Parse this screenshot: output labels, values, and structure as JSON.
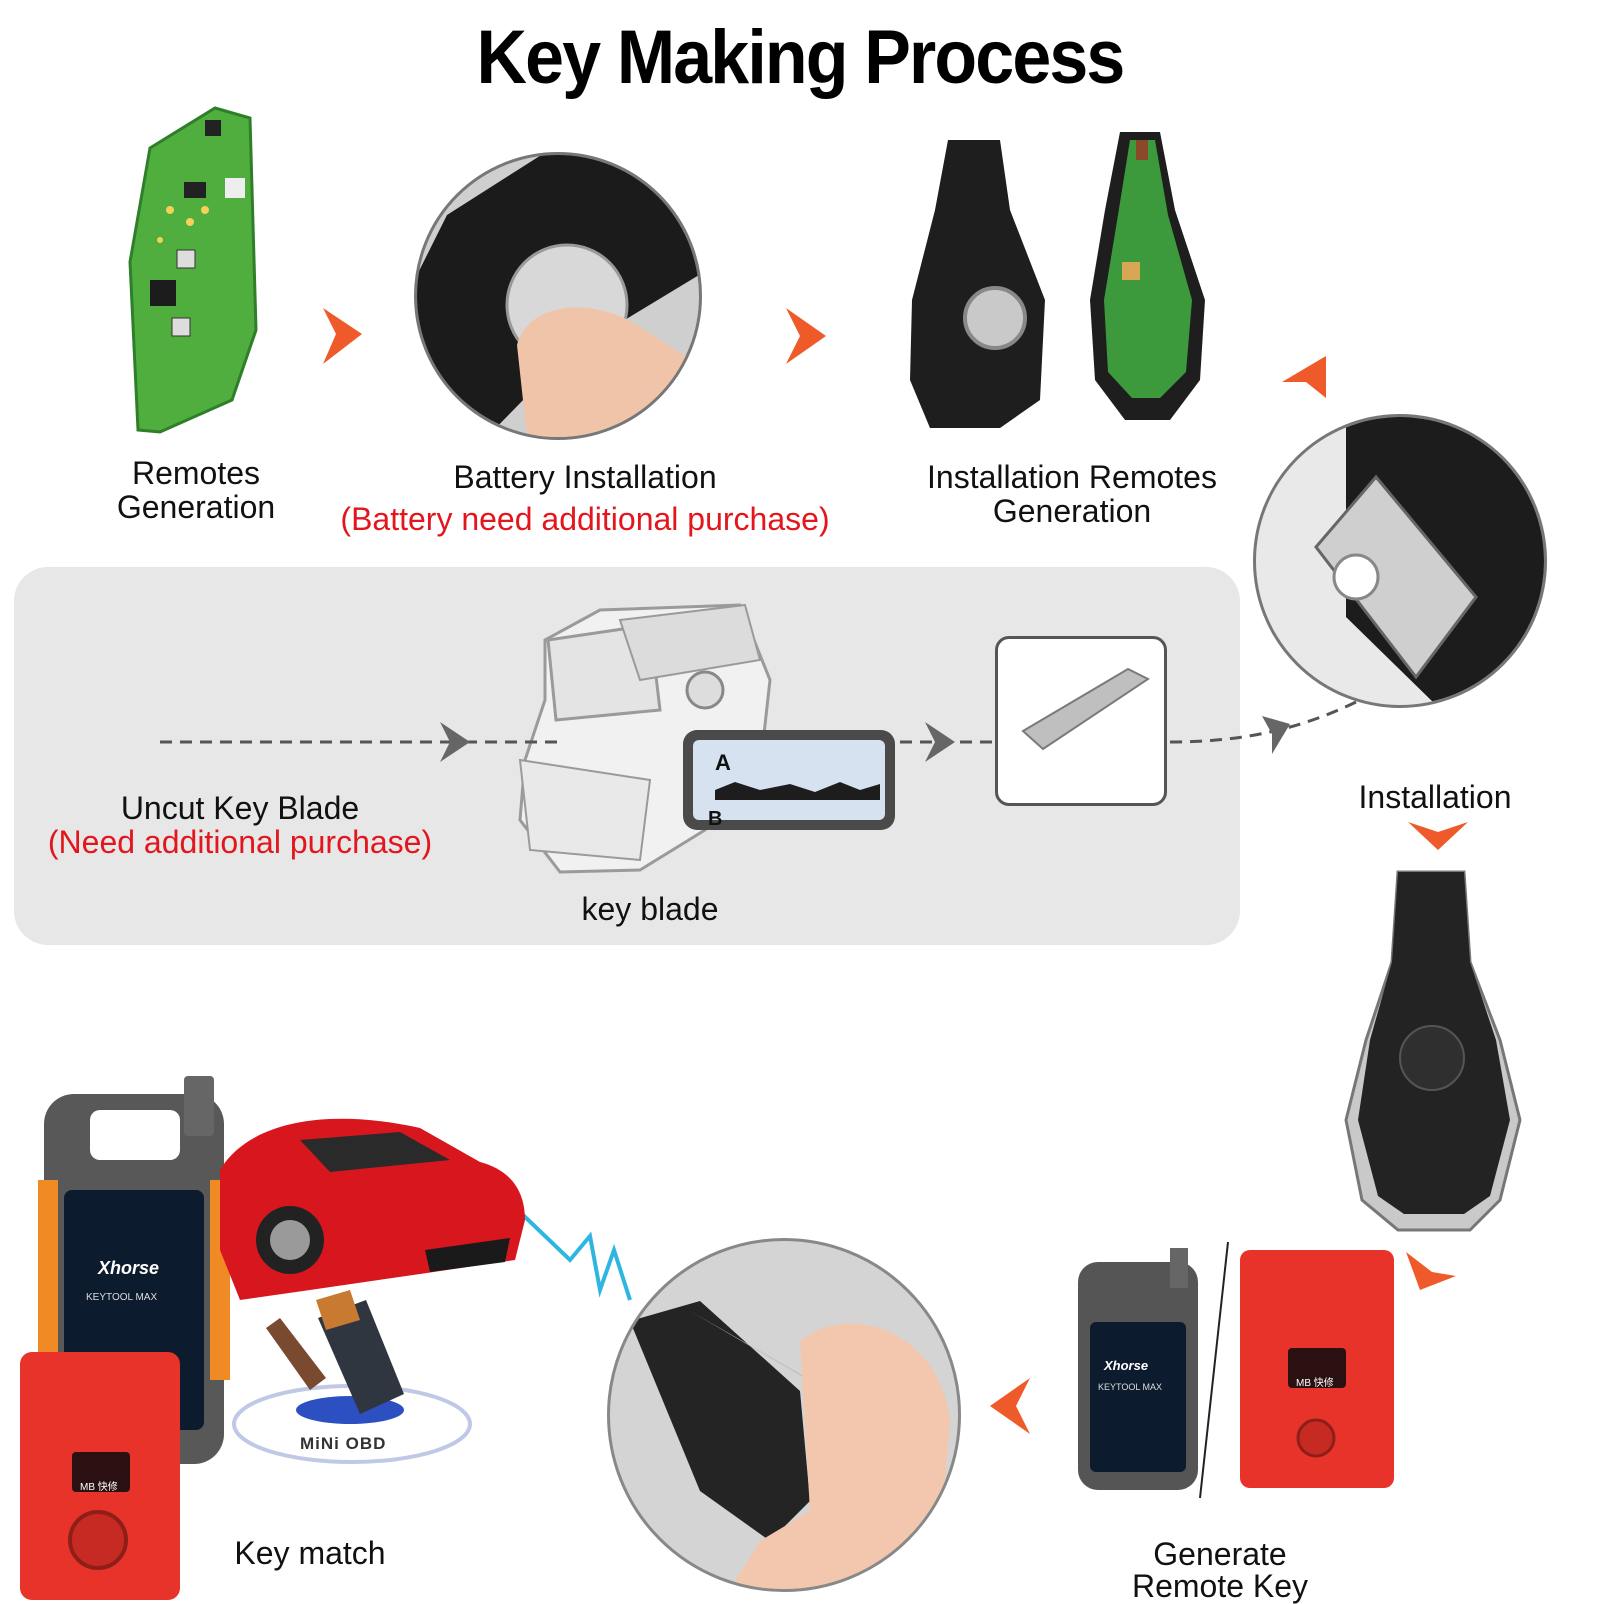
{
  "title": "Key Making Process",
  "steps": {
    "remotes_generation": [
      "Remotes",
      "Generation"
    ],
    "battery_installation": "Battery Installation",
    "battery_note": "(Battery need additional purchase)",
    "installation_remotes_generation": [
      "Installation Remotes",
      "Generation"
    ],
    "uncut_key_blade": "Uncut Key  Blade",
    "uncut_note": "(Need additional purchase)",
    "key_blade": "key blade",
    "installation": "Installation",
    "generate_remote_key": [
      "Generate",
      "Remote Key"
    ],
    "key_match": "Key match"
  },
  "device_text": {
    "brand": "Xhorse",
    "model": "KEYTOOL MAX",
    "obd": "MiNi OBD",
    "mb": "MB 快修",
    "cutter_a": "A",
    "cutter_b": "B"
  },
  "colors": {
    "arrow": "#ef5a2a",
    "note_red": "#e3161d",
    "pcb_green": "#4fae3d",
    "device_red": "#e8332a",
    "panel_gray": "#e7e7e7",
    "signal_blue": "#2fb6e0"
  }
}
